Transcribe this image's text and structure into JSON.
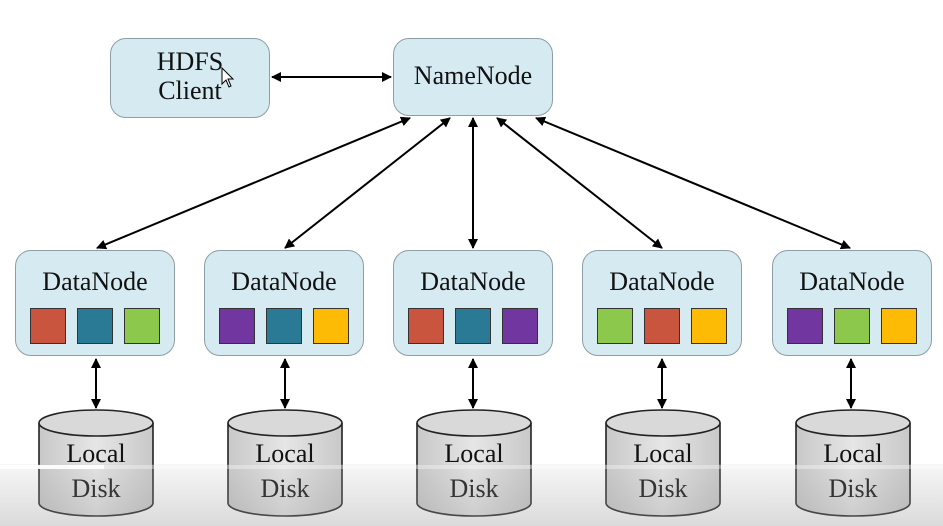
{
  "diagram": {
    "title": "HDFS Architecture",
    "client": {
      "label_line1": "HDFS",
      "label_line2": "Client"
    },
    "namenode": {
      "label": "NameNode"
    },
    "colors": {
      "node_fill": "#d6eaf1",
      "red": "#c9553f",
      "teal": "#2a7a96",
      "green": "#8cc84b",
      "purple": "#7236a0",
      "yellow": "#fdbb06",
      "disk_fill": "#d9d9d9"
    },
    "datanodes": [
      {
        "label": "DataNode",
        "blocks": [
          "red",
          "teal",
          "green"
        ],
        "disk": {
          "line1": "Local",
          "line2": "Disk"
        }
      },
      {
        "label": "DataNode",
        "blocks": [
          "purple",
          "teal",
          "yellow"
        ],
        "disk": {
          "line1": "Local",
          "line2": "Disk"
        }
      },
      {
        "label": "DataNode",
        "blocks": [
          "red",
          "teal",
          "purple"
        ],
        "disk": {
          "line1": "Local",
          "line2": "Disk"
        }
      },
      {
        "label": "DataNode",
        "blocks": [
          "green",
          "red",
          "yellow"
        ],
        "disk": {
          "line1": "Local",
          "line2": "Disk"
        }
      },
      {
        "label": "DataNode",
        "blocks": [
          "purple",
          "green",
          "yellow"
        ],
        "disk": {
          "line1": "Local",
          "line2": "Disk"
        }
      }
    ],
    "edges": [
      {
        "from": "HDFS Client",
        "to": "NameNode",
        "direction": "bidirectional"
      },
      {
        "from": "NameNode",
        "to": "DataNode 1",
        "direction": "bidirectional"
      },
      {
        "from": "NameNode",
        "to": "DataNode 2",
        "direction": "bidirectional"
      },
      {
        "from": "NameNode",
        "to": "DataNode 3",
        "direction": "bidirectional"
      },
      {
        "from": "NameNode",
        "to": "DataNode 4",
        "direction": "bidirectional"
      },
      {
        "from": "NameNode",
        "to": "DataNode 5",
        "direction": "bidirectional"
      },
      {
        "from": "DataNode 1",
        "to": "Local Disk 1",
        "direction": "bidirectional"
      },
      {
        "from": "DataNode 2",
        "to": "Local Disk 2",
        "direction": "bidirectional"
      },
      {
        "from": "DataNode 3",
        "to": "Local Disk 3",
        "direction": "bidirectional"
      },
      {
        "from": "DataNode 4",
        "to": "Local Disk 4",
        "direction": "bidirectional"
      },
      {
        "from": "DataNode 5",
        "to": "Local Disk 5",
        "direction": "bidirectional"
      }
    ]
  },
  "player": {
    "progress_fraction": 0.11
  }
}
